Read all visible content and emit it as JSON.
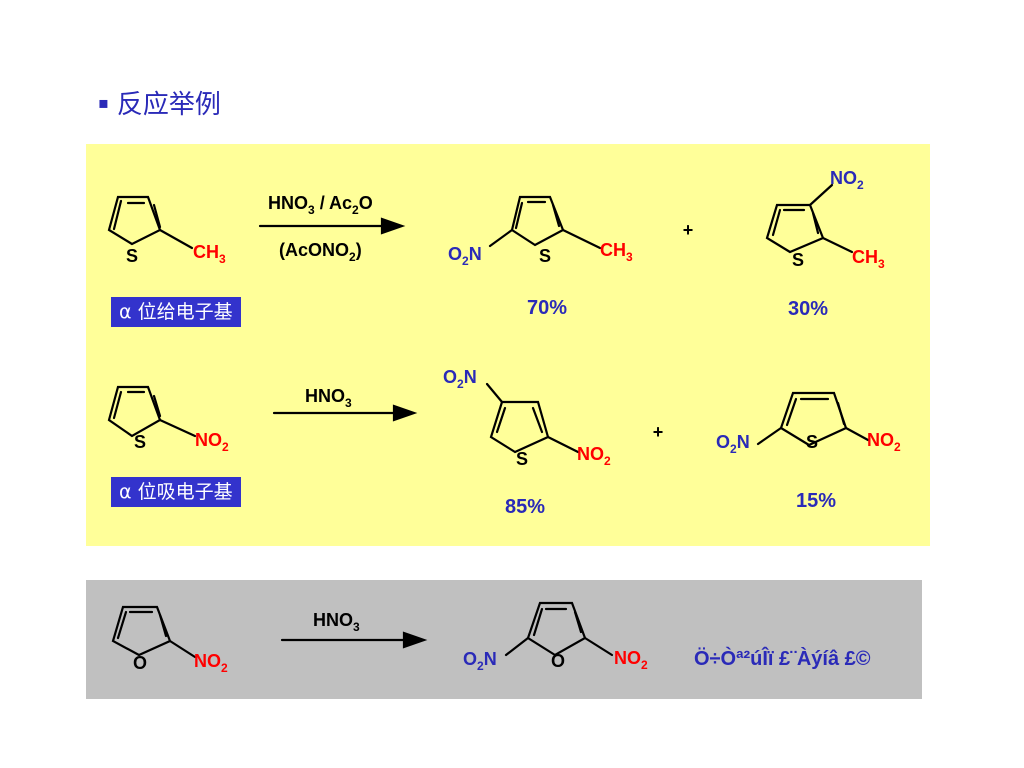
{
  "heading": {
    "bullet": "▪",
    "text": "反应举例"
  },
  "labels": {
    "S": "S",
    "O": "O",
    "plus": "+",
    "CH": "CH",
    "NO": "NO",
    "N": "N",
    "O_letter": "O",
    "sub2": "2",
    "sub3": "3"
  },
  "reaction1": {
    "reagent_top": {
      "p1": "HNO",
      "s1": "3",
      "p2": " / Ac",
      "s2": "2",
      "p3": "O"
    },
    "reagent_bottom": {
      "p1": "(AcONO",
      "s1": "2",
      "p2": ")"
    },
    "box_label": "α 位给电子基",
    "yield_major": "70%",
    "yield_minor": "30%"
  },
  "reaction2": {
    "reagent": {
      "p1": "HNO",
      "s1": "3"
    },
    "box_label": "α 位吸电子基",
    "yield_major": "85%",
    "yield_minor": "15%"
  },
  "reaction3": {
    "reagent": {
      "p1": "HNO",
      "s1": "3"
    },
    "garbled_note": "Ö÷Òª²úÎï £¨Àýíâ £©"
  },
  "colors": {
    "blue": "#2a2ab8",
    "red": "#ff0000",
    "bond": "#000000",
    "yellow_panel": "#ffff99",
    "gray_panel": "#c0c0c0",
    "box": "#3333cc"
  }
}
